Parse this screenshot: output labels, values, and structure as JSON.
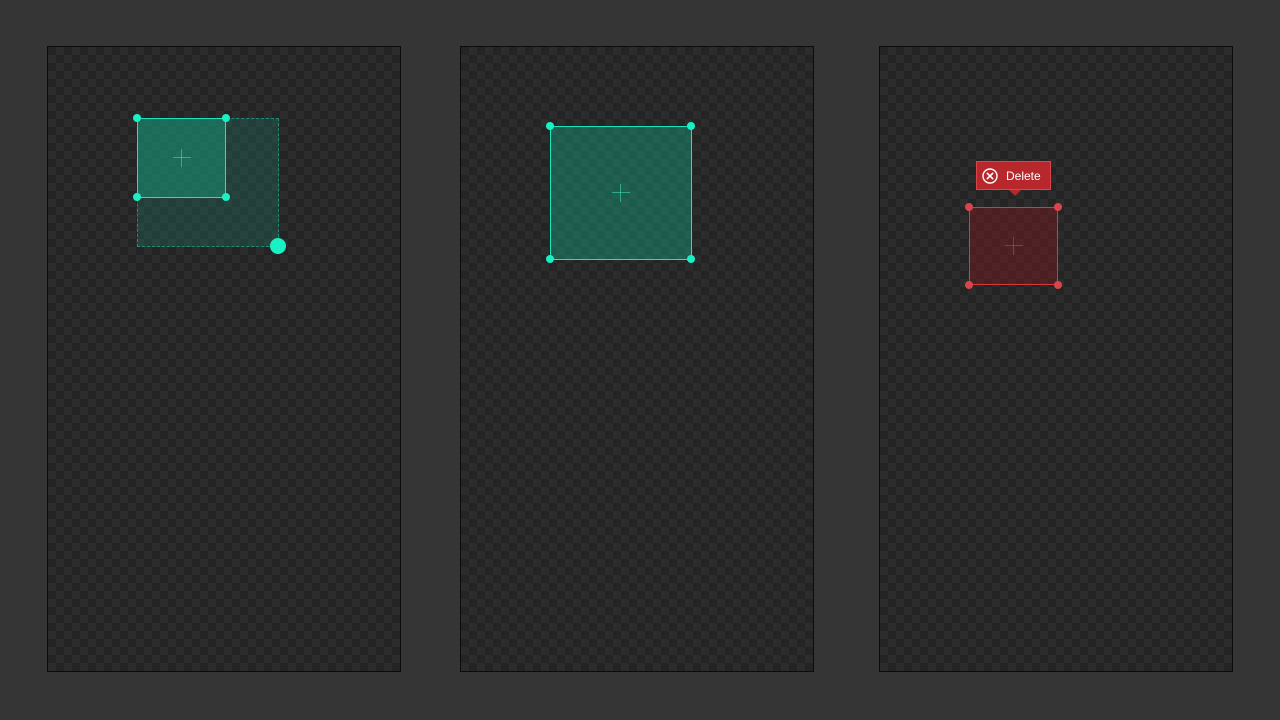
{
  "panels": [
    {
      "id": "panel-1",
      "state": "resizing",
      "region_color": "#18e6bd",
      "handle_icon": "resize-handle-icon",
      "crosshair_icon": "crosshair-icon"
    },
    {
      "id": "panel-2",
      "state": "resized",
      "region_color": "#18e6bd",
      "crosshair_icon": "crosshair-icon"
    },
    {
      "id": "panel-3",
      "state": "selected-for-delete",
      "region_color": "#d23a3e",
      "crosshair_icon": "crosshair-icon",
      "popup": {
        "label": "Delete",
        "icon": "close-circle-icon",
        "color": "#b8272c"
      }
    }
  ]
}
